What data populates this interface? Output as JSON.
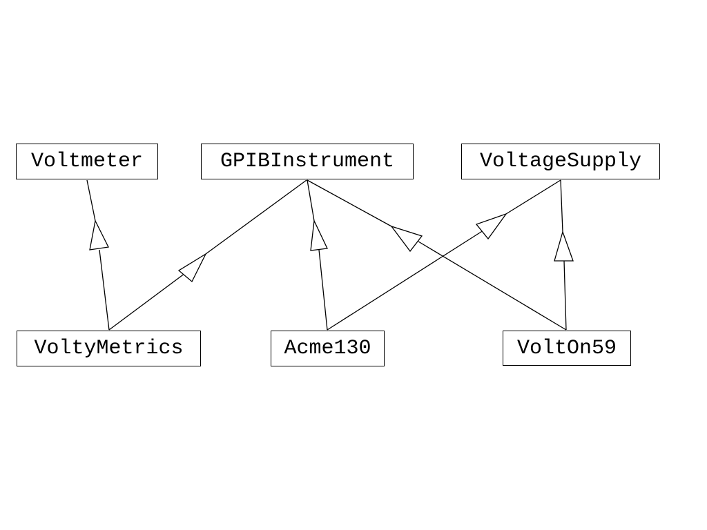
{
  "diagram": {
    "classes": [
      {
        "id": "voltmeter",
        "label": "Voltmeter"
      },
      {
        "id": "gpib",
        "label": "GPIBInstrument"
      },
      {
        "id": "voltagesupply",
        "label": "VoltageSupply"
      },
      {
        "id": "voltymetrics",
        "label": "VoltyMetrics"
      },
      {
        "id": "acme130",
        "label": "Acme130"
      },
      {
        "id": "volton59",
        "label": "VoltOn59"
      }
    ],
    "relationships": [
      {
        "from": "voltymetrics",
        "to": "voltmeter",
        "kind": "inheritance"
      },
      {
        "from": "voltymetrics",
        "to": "gpib",
        "kind": "inheritance"
      },
      {
        "from": "acme130",
        "to": "gpib",
        "kind": "inheritance"
      },
      {
        "from": "acme130",
        "to": "voltagesupply",
        "kind": "inheritance"
      },
      {
        "from": "volton59",
        "to": "gpib",
        "kind": "inheritance"
      },
      {
        "from": "volton59",
        "to": "voltagesupply",
        "kind": "inheritance"
      }
    ],
    "line_color": "#000000",
    "background_color": "#ffffff"
  }
}
